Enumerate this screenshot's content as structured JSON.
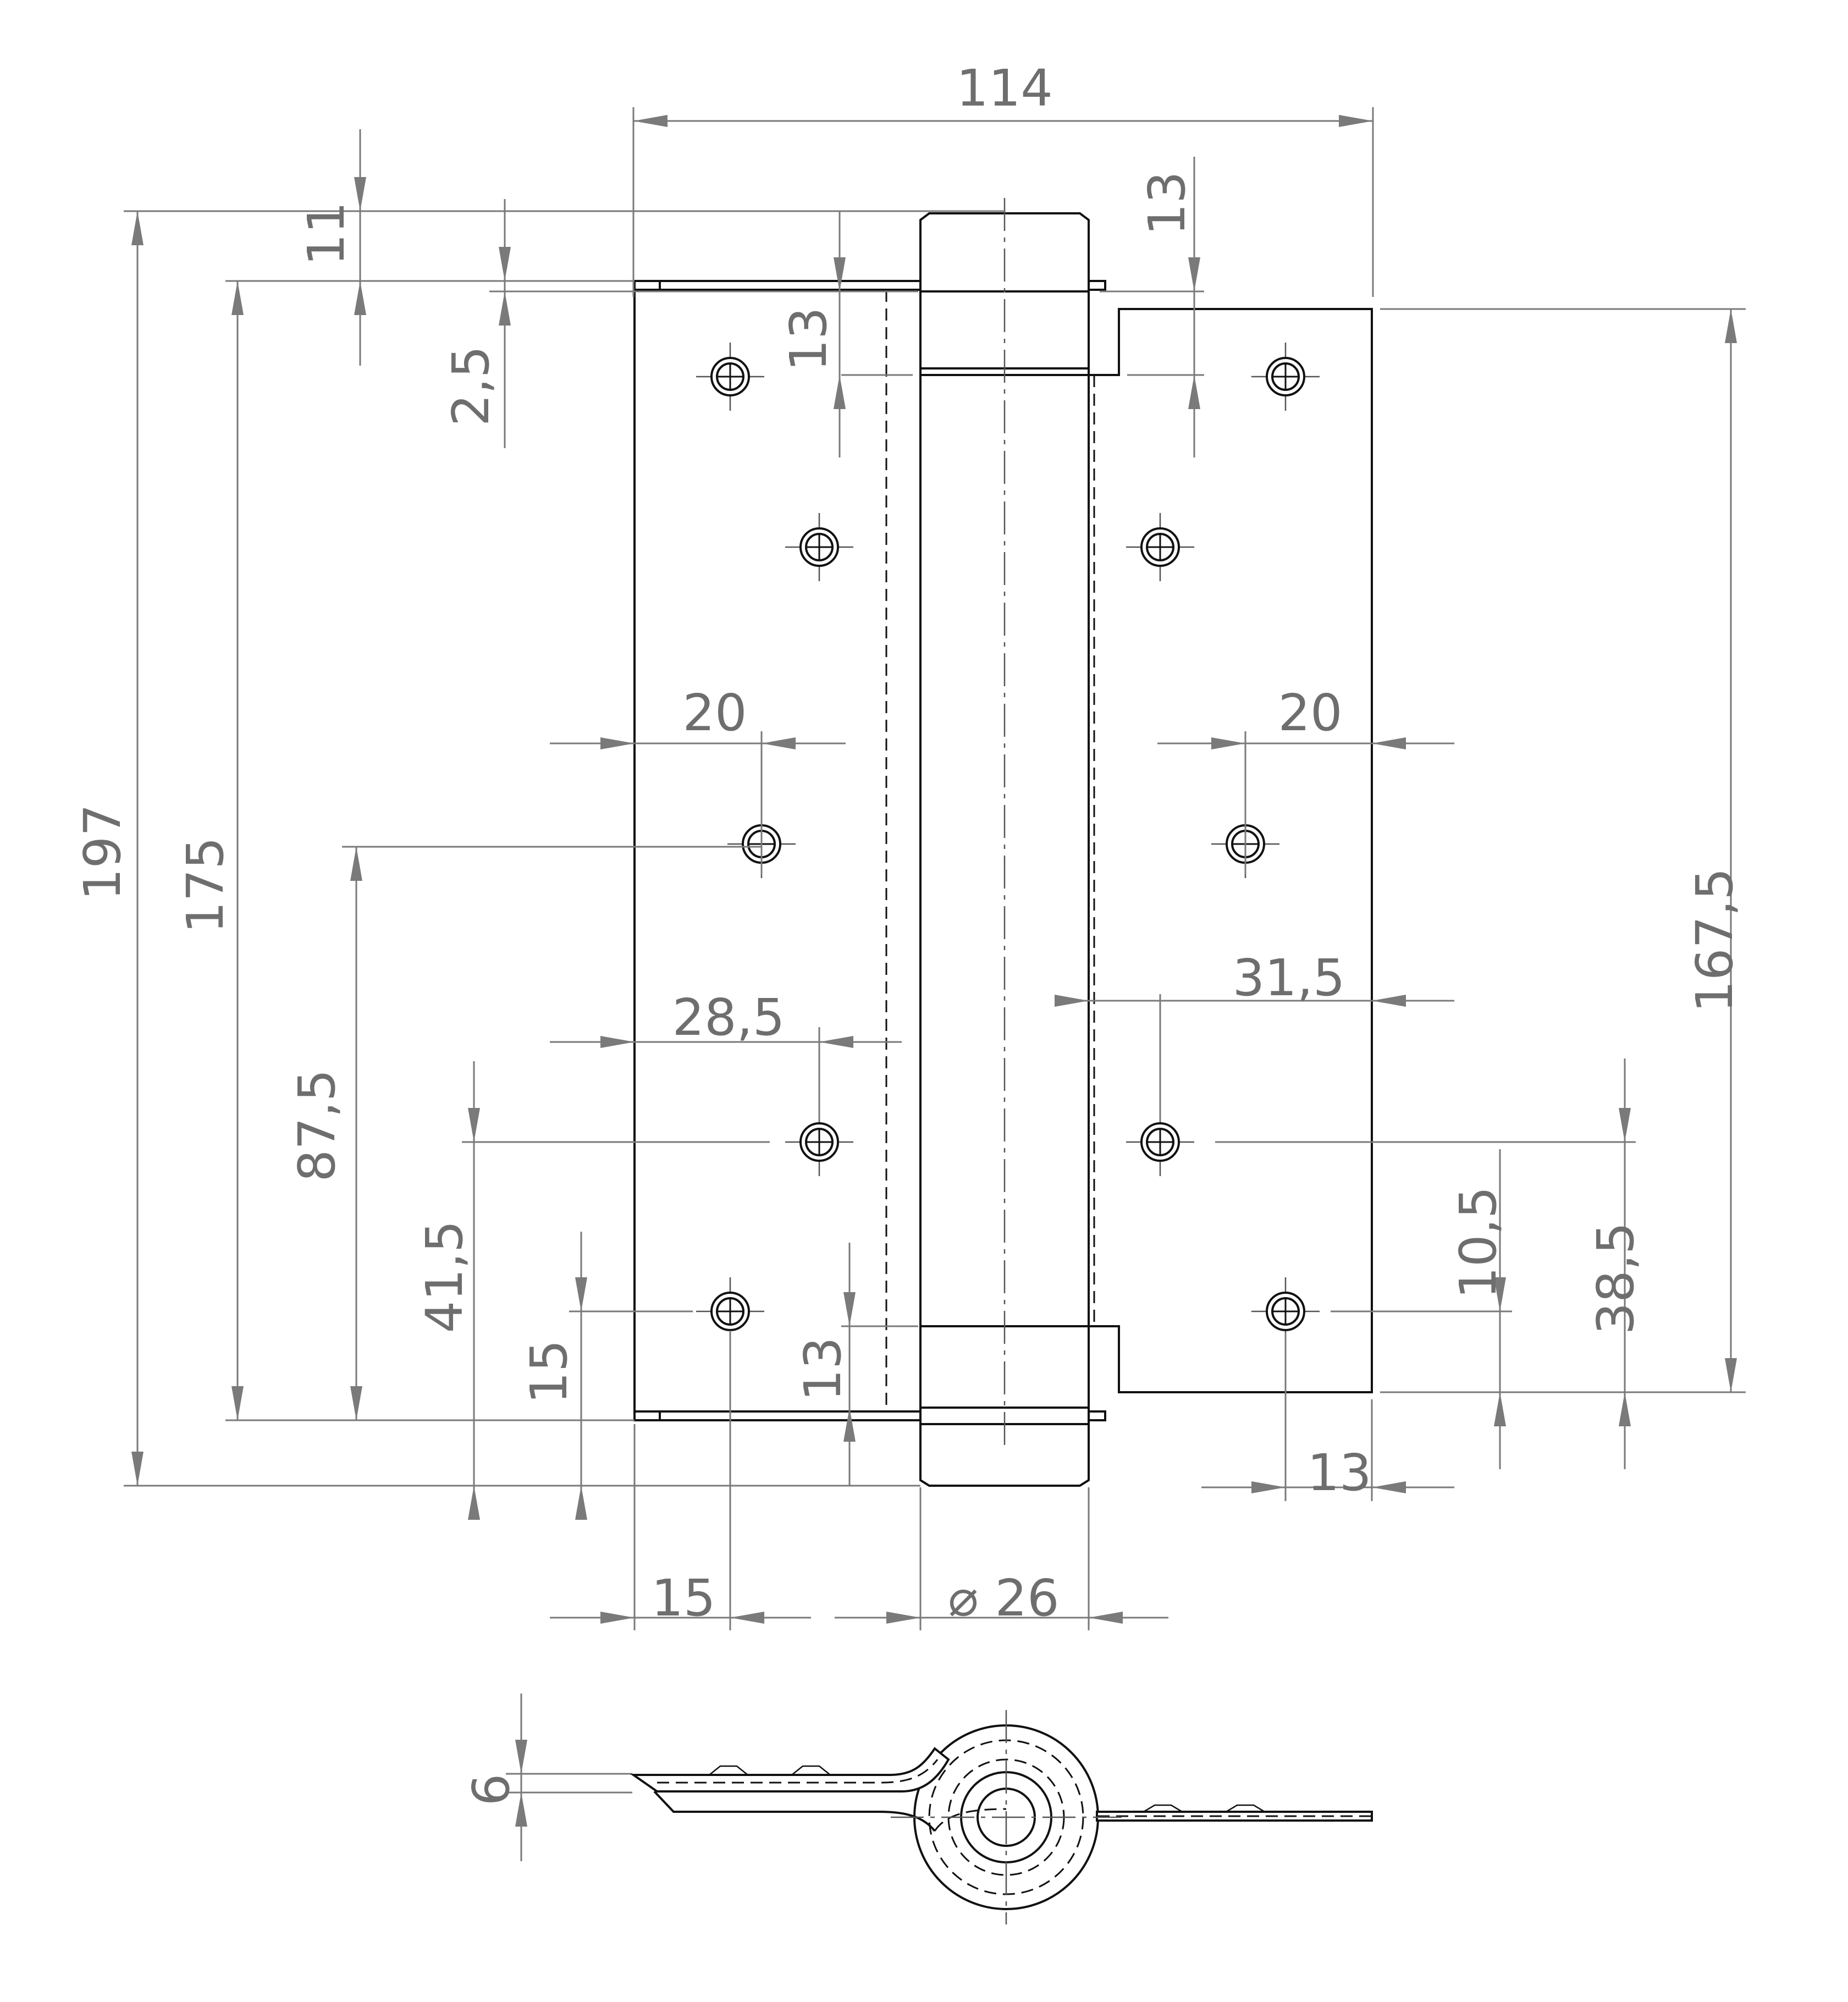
{
  "dimensions": {
    "width_overall": "114",
    "height_total": "197",
    "leaf_height": "175",
    "leaf_half": "87,5",
    "pin_cap_top": "11",
    "plate_offset": "2,5",
    "knuckle_top_left": "13",
    "knuckle_top_right": "13",
    "hole_offset_left": "20",
    "hole_offset_right": "20",
    "hole_offset_left_2": "28,5",
    "hole_offset_right_2": "31,5",
    "hole_lower_left": "41,5",
    "hole_bottom_left": "15",
    "knuckle_bottom_left": "13",
    "right_leaf_height": "167,5",
    "hole_lower_right": "38,5",
    "hole_bottom_right": "10,5",
    "right_edge_offset": "13",
    "bottom_left_offset": "15",
    "barrel_diameter": "26",
    "plate_thickness": "6"
  },
  "symbols": {
    "diameter": "⌀"
  }
}
